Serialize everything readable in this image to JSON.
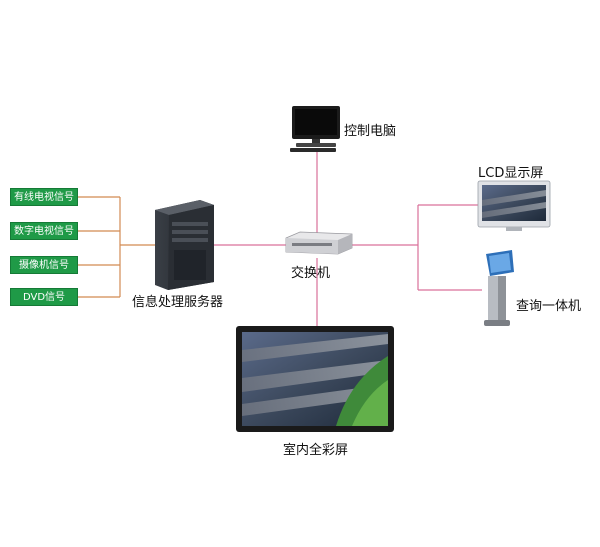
{
  "colors": {
    "link_pink": "#d9709a",
    "link_orange": "#d28a52",
    "source_green": "#1f9a47"
  },
  "signal_sources": [
    {
      "id": "cable-tv",
      "label": "有线电视信号"
    },
    {
      "id": "digital-tv",
      "label": "数字电视信号"
    },
    {
      "id": "camera",
      "label": "摄像机信号"
    },
    {
      "id": "dvd",
      "label": "DVD信号"
    }
  ],
  "nodes": {
    "server": {
      "label": "信息处理服务器",
      "icon": "server-tower-icon"
    },
    "switch": {
      "label": "交换机",
      "icon": "network-switch-icon"
    },
    "control_pc": {
      "label": "控制电脑",
      "icon": "desktop-computer-icon"
    },
    "lcd": {
      "label": "LCD显示屏",
      "icon": "lcd-monitor-icon"
    },
    "kiosk": {
      "label": "查询一体机",
      "icon": "kiosk-terminal-icon"
    },
    "led_wall": {
      "label": "室内全彩屏",
      "icon": "large-display-icon"
    }
  }
}
